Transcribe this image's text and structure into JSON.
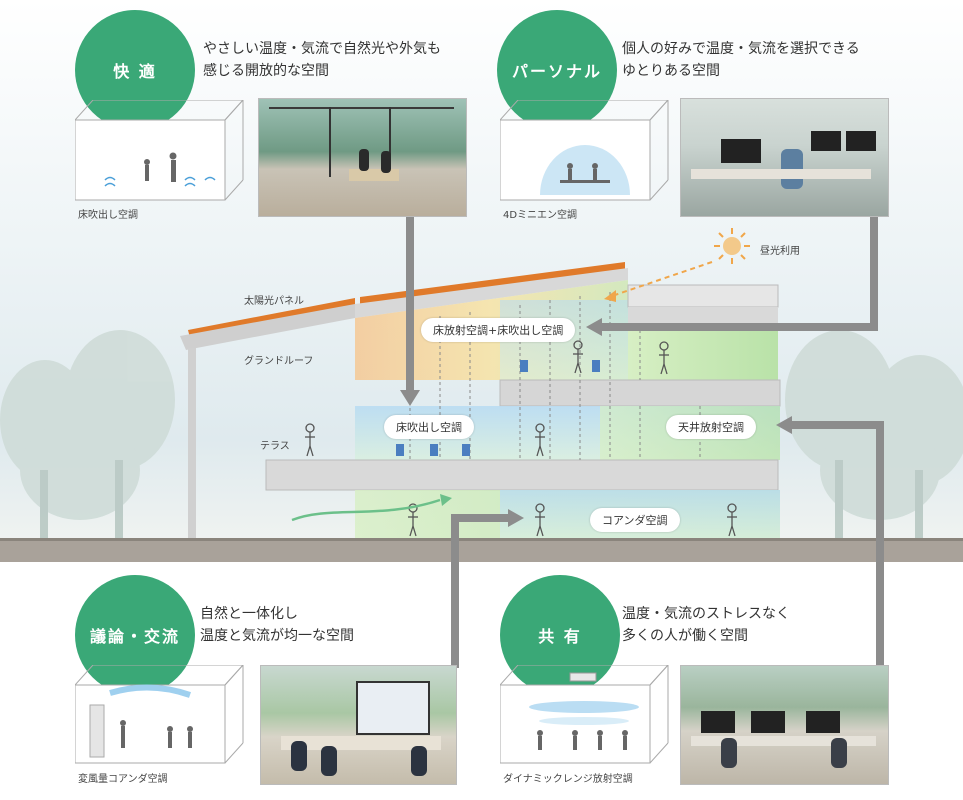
{
  "sections": [
    {
      "id": "comfort",
      "title": "快 適",
      "description": "やさしい温度・気流で自然光や外気も\n感じる開放的な空間",
      "caption": "床吹出し空調"
    },
    {
      "id": "personal",
      "title": "パーソナル",
      "description": "個人の好みで温度・気流を選択できる\nゆとりある空間",
      "caption": "4Dミニエン空調"
    },
    {
      "id": "discussion",
      "title": "議論・交流",
      "description": "自然と一体化し\n温度と気流が均一な空間",
      "caption": "変風量コアンダ空調"
    },
    {
      "id": "shared",
      "title": "共 有",
      "description": "温度・気流のストレスなく\n多くの人が働く空間",
      "caption": "ダイナミックレンジ放射空調"
    }
  ],
  "building_labels": {
    "solar_panel": "太陽光パネル",
    "grand_roof": "グランドルーフ",
    "terrace": "テラス",
    "daylight": "昼光利用"
  },
  "system_labels": {
    "floor_radiant_plus_floor_blow": "床放射空調+床吹出し空調",
    "floor_blow": "床吹出し空調",
    "ceiling_radiant": "天井放射空調",
    "coanda": "コアンダ空調"
  },
  "colors": {
    "accent_green": "#3aa877",
    "arrow_gray": "#8c8c8c",
    "solar_orange": "#e07a2a"
  }
}
